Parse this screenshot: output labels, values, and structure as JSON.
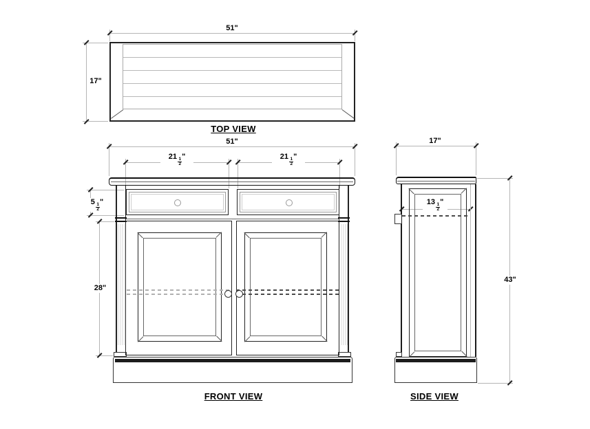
{
  "drawing": {
    "labels": {
      "top": "TOP VIEW",
      "front": "FRONT VIEW",
      "side": "SIDE VIEW"
    },
    "dimensions": {
      "top_width": {
        "text": "51\""
      },
      "top_depth": {
        "text": "17\""
      },
      "front_width": {
        "text": "51\""
      },
      "left_drawer_width": {
        "whole": "21",
        "num": "1",
        "den": "2",
        "unit": "\""
      },
      "right_drawer_width": {
        "whole": "21",
        "num": "1",
        "den": "2",
        "unit": "\""
      },
      "drawer_height": {
        "whole": "5",
        "num": "1",
        "den": "2",
        "unit": "\""
      },
      "door_section_height": {
        "text": "28\""
      },
      "side_width": {
        "text": "17\""
      },
      "interior_depth": {
        "whole": "13",
        "num": "1",
        "den": "2",
        "unit": "\""
      },
      "overall_height": {
        "text": "43\""
      }
    },
    "colors": {
      "object_line": "#1a1a1a",
      "dimension_line": "#b5b5b5",
      "tick": "#222222"
    }
  }
}
